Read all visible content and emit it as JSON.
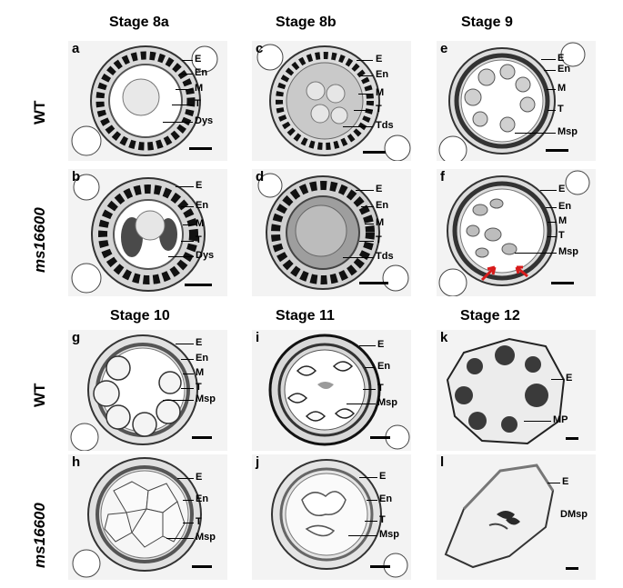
{
  "stages": [
    "Stage 8a",
    "Stage 8b",
    "Stage 9",
    "Stage 10",
    "Stage 11",
    "Stage 12"
  ],
  "genotypes": {
    "wt": "WT",
    "mutant": "ms16600"
  },
  "panels": {
    "a": {
      "letter": "a",
      "labels": [
        "E",
        "En",
        "M",
        "T",
        "Dys"
      ]
    },
    "c": {
      "letter": "c",
      "labels": [
        "E",
        "En",
        "M",
        "T",
        "Tds"
      ]
    },
    "e": {
      "letter": "e",
      "labels": [
        "E",
        "En",
        "M",
        "T",
        "Msp"
      ]
    },
    "b": {
      "letter": "b",
      "labels": [
        "E",
        "En",
        "M",
        "T",
        "Dys"
      ]
    },
    "d": {
      "letter": "d",
      "labels": [
        "E",
        "En",
        "M",
        "T",
        "Tds"
      ]
    },
    "f": {
      "letter": "f",
      "labels": [
        "E",
        "En",
        "M",
        "T",
        "Msp"
      ]
    },
    "g": {
      "letter": "g",
      "labels": [
        "E",
        "En",
        "M",
        "T",
        "Msp"
      ]
    },
    "i": {
      "letter": "i",
      "labels": [
        "E",
        "En",
        "T",
        "Msp"
      ]
    },
    "k": {
      "letter": "k",
      "labels": [
        "E",
        "MP"
      ]
    },
    "h": {
      "letter": "h",
      "labels": [
        "E",
        "En",
        "T",
        "Msp"
      ]
    },
    "j": {
      "letter": "j",
      "labels": [
        "E",
        "En",
        "T",
        "Msp"
      ]
    },
    "l": {
      "letter": "l",
      "labels": [
        "E",
        "DMsp"
      ]
    }
  },
  "colors": {
    "arrow": "#d81b1b",
    "ink": "#000000",
    "tissue": "#cfcfcf"
  }
}
